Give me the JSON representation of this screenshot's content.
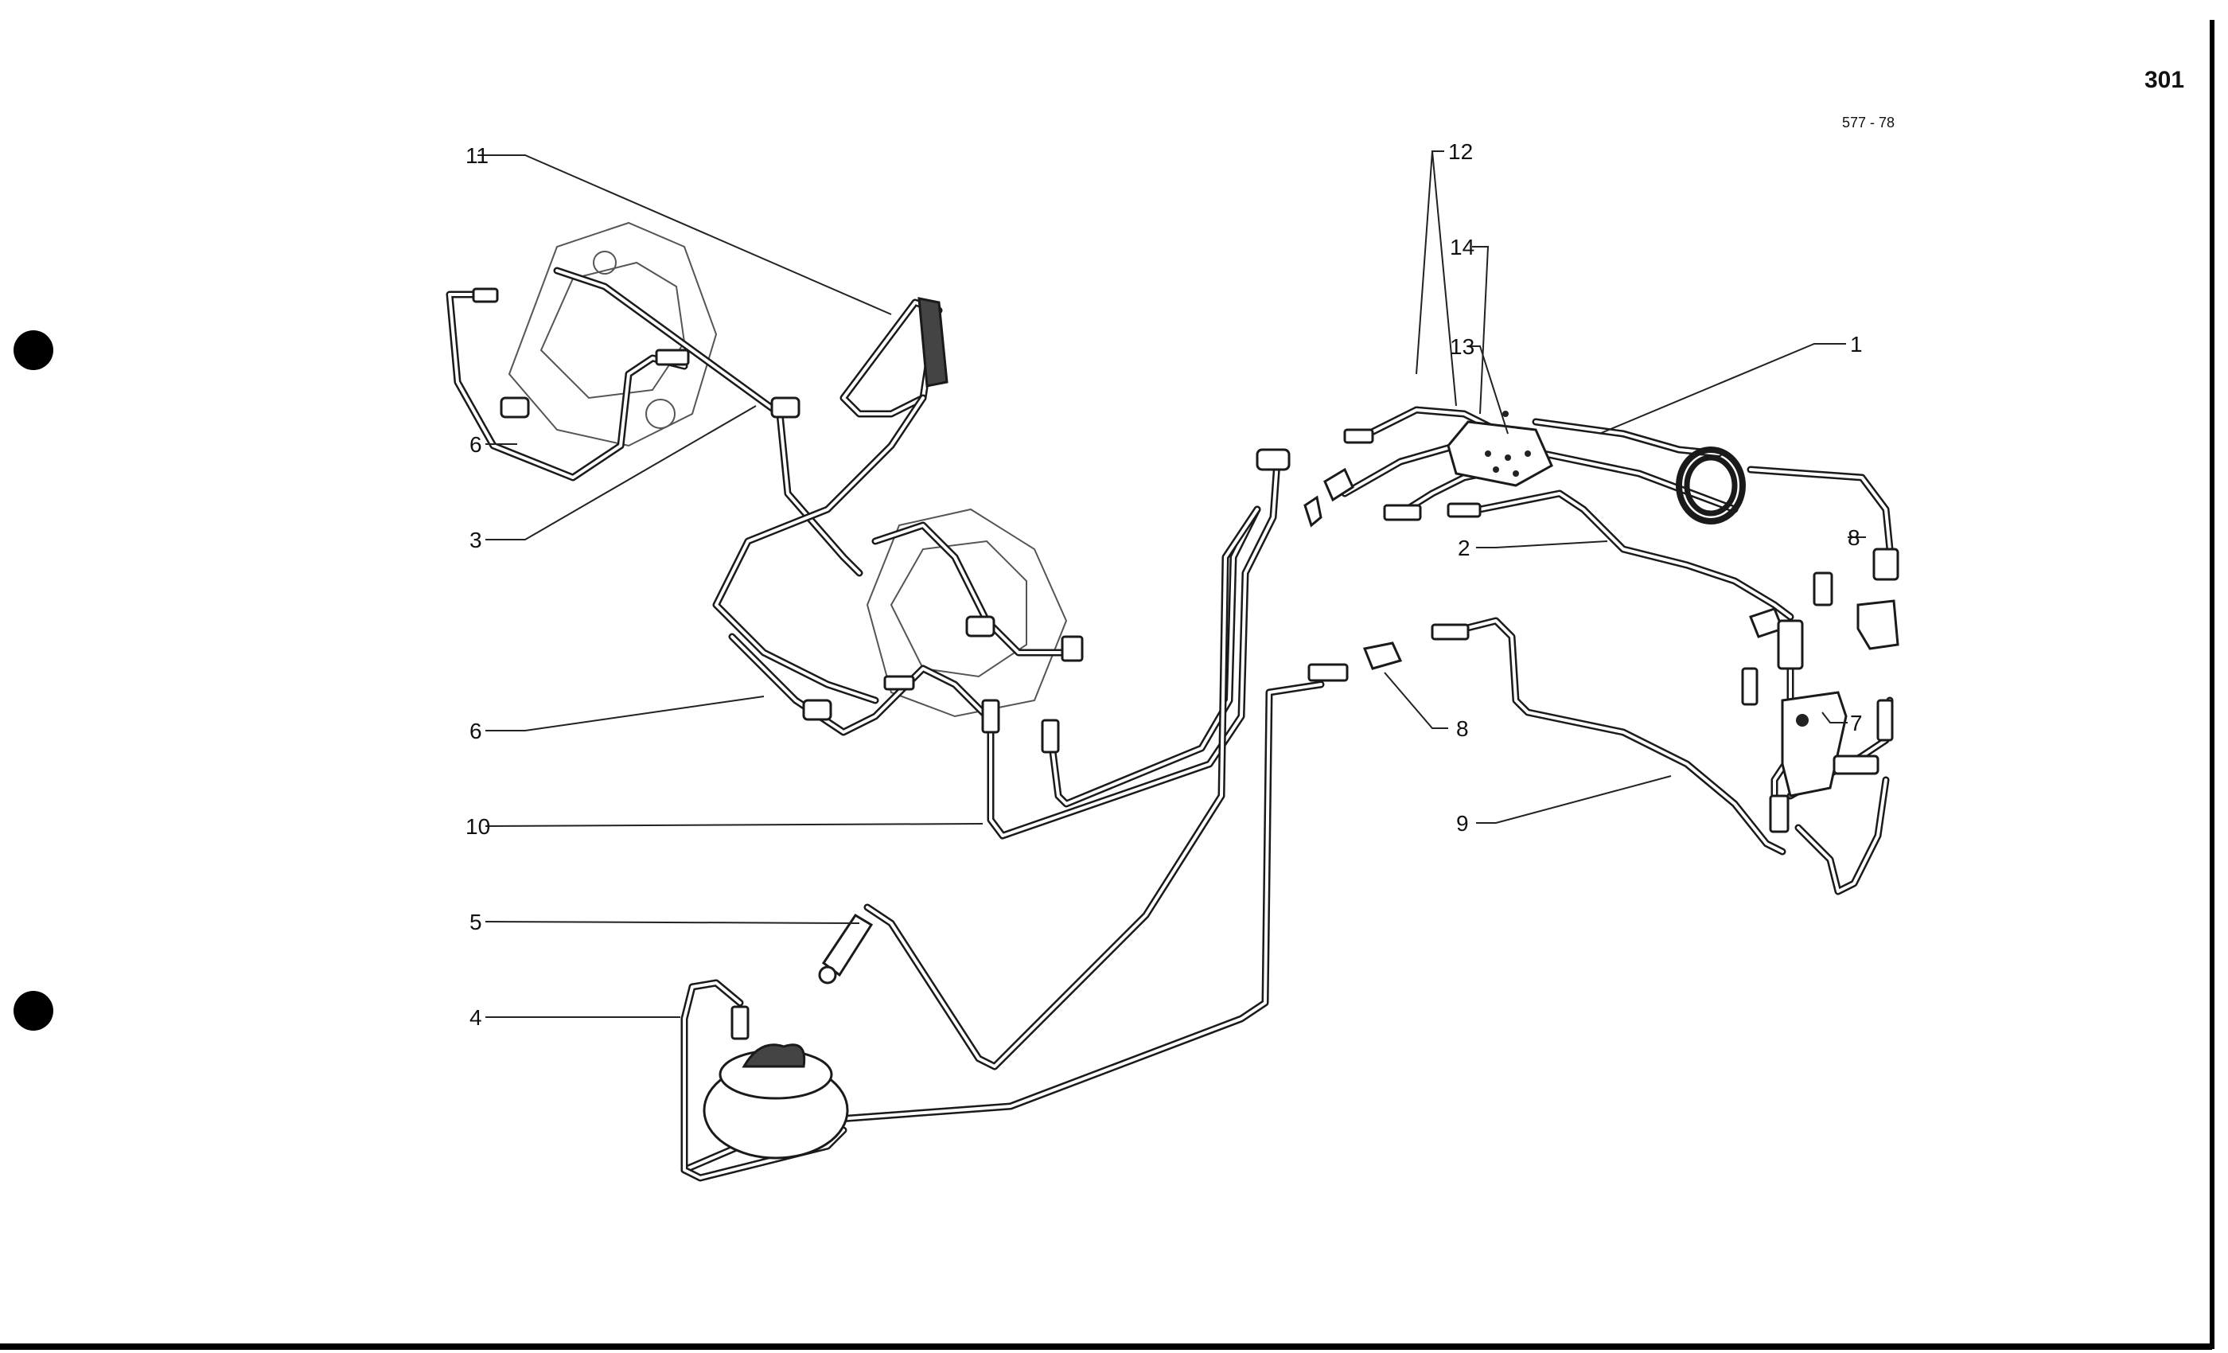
{
  "page_number": "301",
  "drawing_ref": "577 - 78",
  "callouts": {
    "c1": "1",
    "c2": "2",
    "c3": "3",
    "c4": "4",
    "c5": "5",
    "c6a": "6",
    "c6b": "6",
    "c7": "7",
    "c8a": "8",
    "c8b": "8",
    "c9": "9",
    "c10": "10",
    "c11": "11",
    "c12": "12",
    "c13": "13",
    "c14": "14"
  }
}
